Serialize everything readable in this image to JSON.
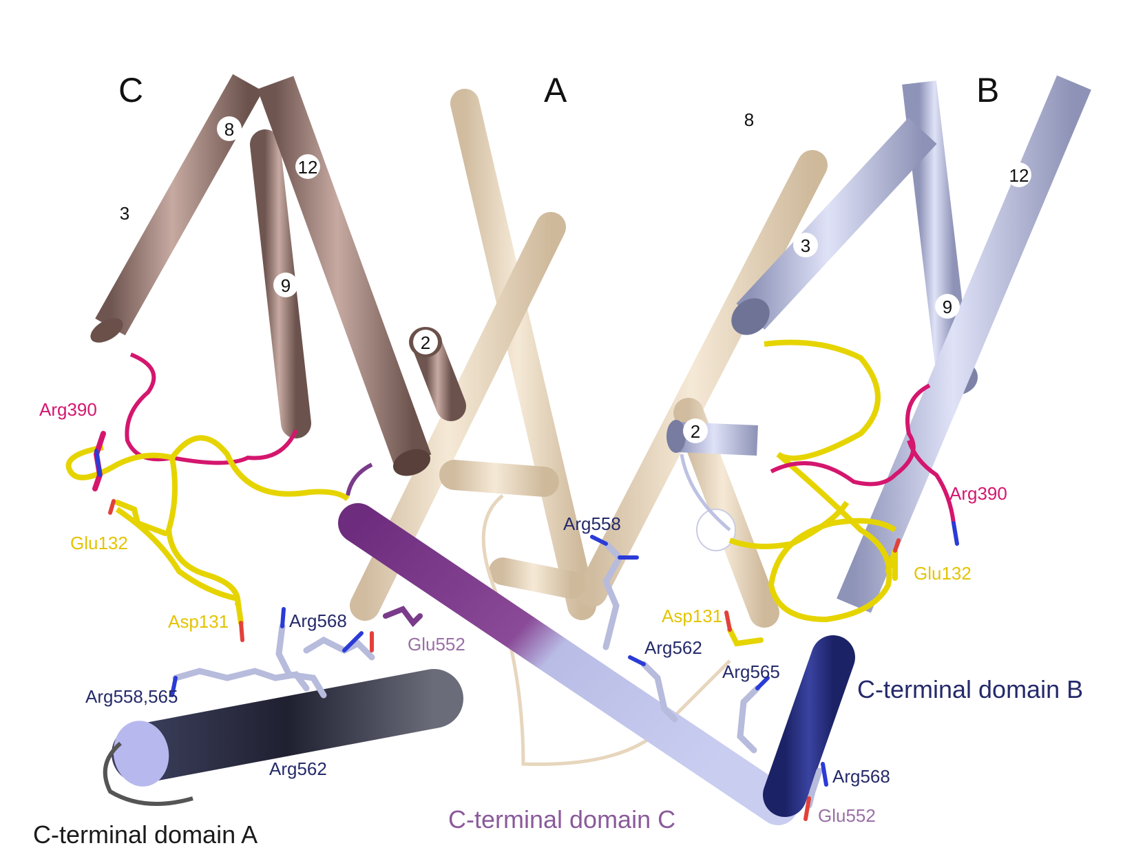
{
  "colors": {
    "chain_A": "#e9d6bb",
    "chain_B": "#bdc1e3",
    "chain_C": "#9a7d76",
    "ctd_A": "#4a4d6b",
    "ctd_B": "#272f7e",
    "ctd_C": "#7a3b8a",
    "yellow_loop": "#e6d400",
    "magenta_loop": "#d4166e",
    "label_yellow": "#e3c400",
    "label_magenta": "#d4166e",
    "label_navy": "#252a6a",
    "label_purple": "#9a6fa6"
  },
  "chains": {
    "C": "C",
    "A": "A",
    "B": "B"
  },
  "helices": {
    "c8": "8",
    "c12": "12",
    "c3": "3",
    "c9": "9",
    "c2": "2",
    "b8": "8",
    "b12": "12",
    "b3": "3",
    "b9": "9",
    "b2": "2"
  },
  "residues": {
    "c_arg390": "Arg390",
    "c_glu132": "Glu132",
    "c_asp131": "Asp131",
    "a_arg568": "Arg568",
    "a_glu552": "Glu552",
    "a_arg558_565": "Arg558,565",
    "a_arg562": "Arg562",
    "c_arg558": "Arg558",
    "c_arg562": "Arg562",
    "b_arg390": "Arg390",
    "b_glu132": "Glu132",
    "b_asp131": "Asp131",
    "b_arg565": "Arg565",
    "b_arg568": "Arg568",
    "b_glu552": "Glu552"
  },
  "domains": {
    "ctd_a": "C-terminal domain A",
    "ctd_b": "C-terminal domain B",
    "ctd_c": "C-terminal domain C"
  }
}
